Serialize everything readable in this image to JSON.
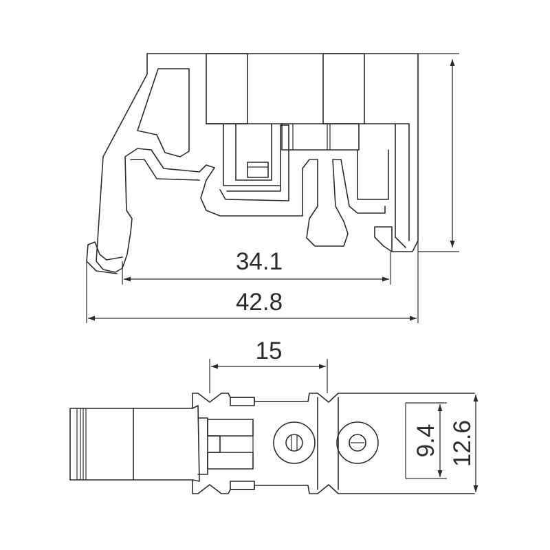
{
  "dimensions": {
    "side_inner_width": "34.1",
    "side_overall_width": "42.8",
    "top_pitch": "15",
    "top_inner_height": "9.4",
    "top_overall_height": "12.6"
  }
}
